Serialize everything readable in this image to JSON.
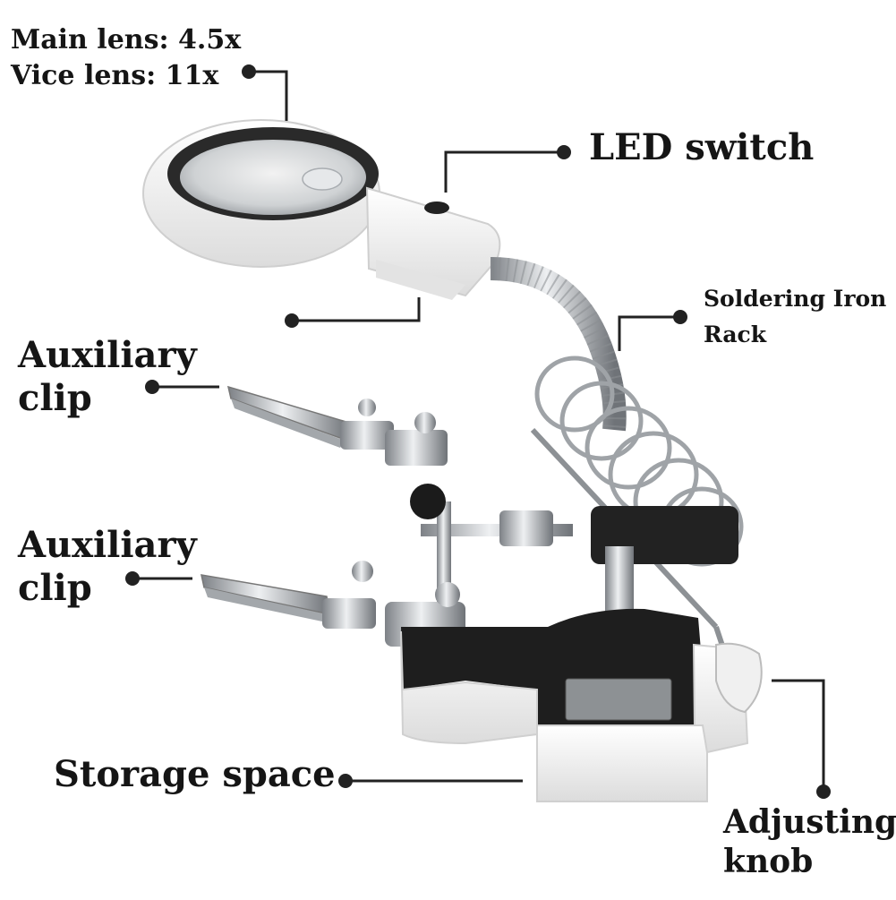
{
  "labels": {
    "main_lens": "Main lens: 4.5x",
    "vice_lens": "Vice lens: 11x",
    "led_switch": "LED switch",
    "soldering_line1": "Soldering Iron",
    "soldering_line2": "Rack",
    "aux_clip_top_line1": "Auxiliary",
    "aux_clip_top_line2": "clip",
    "aux_clip_bottom_line1": "Auxiliary",
    "aux_clip_bottom_line2": "clip",
    "storage_space": "Storage space",
    "adjusting_line1": "Adjusting",
    "adjusting_line2": "knob"
  },
  "colors": {
    "leader_line": "#222222",
    "base_white": "#f4f4f4",
    "base_black": "#1e1e1e",
    "chrome": "#b9bcc0",
    "lens_rim": "#2a2a2a"
  }
}
